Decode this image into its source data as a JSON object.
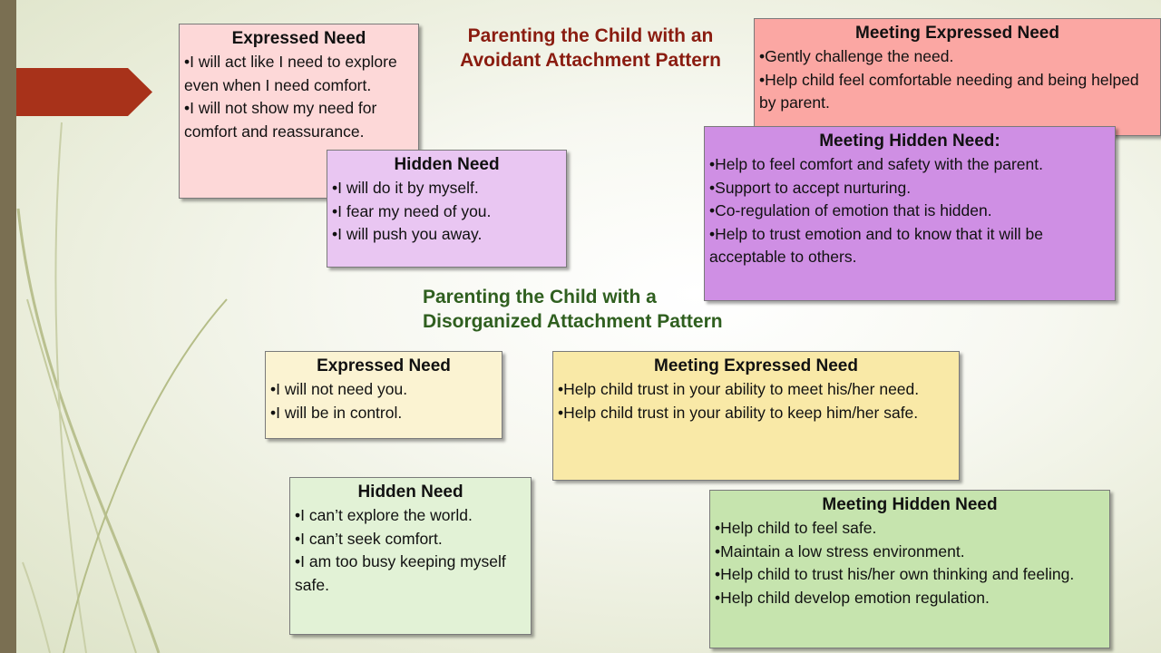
{
  "avoidant": {
    "title_line1": "Parenting the Child with an",
    "title_line2": "Avoidant Attachment Pattern",
    "expressed": {
      "heading": "Expressed Need",
      "items": [
        "I will act like I need to explore even when I need comfort.",
        "I will not show my need for comfort and reassurance."
      ]
    },
    "hidden": {
      "heading": "Hidden Need",
      "items": [
        "I will do it by myself.",
        "I fear my need of you.",
        "I will push you away."
      ]
    },
    "meeting_expressed": {
      "heading": "Meeting Expressed Need",
      "items": [
        "Gently challenge the need.",
        "Help child feel comfortable needing and being helped by parent."
      ]
    },
    "meeting_hidden": {
      "heading": "Meeting Hidden Need:",
      "items": [
        "Help to feel comfort and safety with the parent.",
        "Support to accept nurturing.",
        "Co-regulation of emotion that is hidden.",
        "Help to trust emotion and to know that it will be acceptable to others."
      ]
    }
  },
  "disorganized": {
    "title_line1": "Parenting the Child with a",
    "title_line2": "Disorganized Attachment Pattern",
    "expressed": {
      "heading": "Expressed Need",
      "items": [
        "I will not need you.",
        "I will be in control."
      ]
    },
    "hidden": {
      "heading": "Hidden Need",
      "items": [
        "I can’t explore the world.",
        "I can’t seek comfort.",
        "I am too busy keeping myself safe."
      ]
    },
    "meeting_expressed": {
      "heading": "Meeting Expressed Need",
      "items": [
        "Help child trust in your ability to meet his/her need.",
        "Help child trust in your ability to keep him/her safe."
      ]
    },
    "meeting_hidden": {
      "heading": "Meeting Hidden Need",
      "items": [
        "Help child to feel safe.",
        "Maintain a low stress environment.",
        "Help child to trust his/her own thinking and feeling.",
        "Help child develop emotion regulation."
      ]
    }
  },
  "colors": {
    "accent_arrow": "#a8321a",
    "title_red": "#8a1c10",
    "title_green": "#2f5f1f"
  }
}
